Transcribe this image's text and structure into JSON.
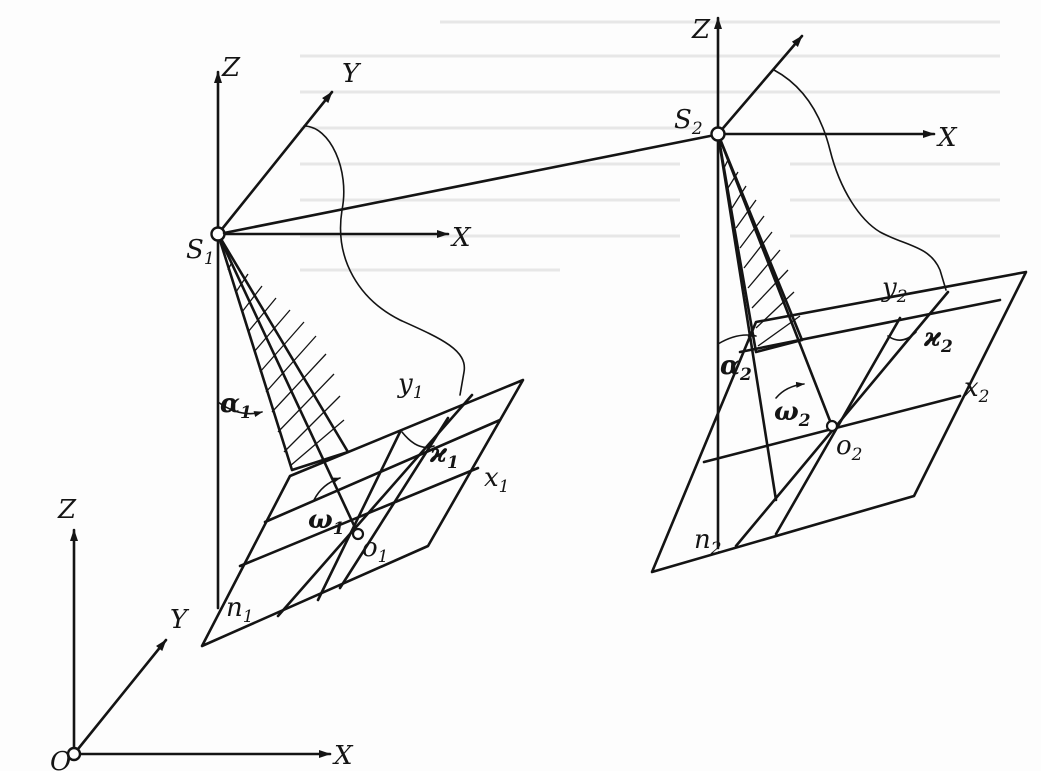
{
  "left_station": {
    "center": {
      "sym": "S",
      "idx": "1"
    },
    "axis_z": "Z",
    "axis_y": "Y",
    "axis_x": "X",
    "tilt": {
      "sym": "α",
      "idx": "1"
    },
    "swing": {
      "sym": "ω",
      "idx": "1"
    },
    "kappa": {
      "sym": "ϰ",
      "idx": "1"
    },
    "principal_point": {
      "sym": "o",
      "idx": "1"
    },
    "nadir": {
      "sym": "n",
      "idx": "1"
    },
    "photo_x": {
      "sym": "x",
      "idx": "1"
    },
    "photo_y": {
      "sym": "y",
      "idx": "1"
    }
  },
  "right_station": {
    "center": {
      "sym": "S",
      "idx": "2"
    },
    "axis_z": "Z",
    "axis_x": "X",
    "tilt": {
      "sym": "α",
      "idx": "2"
    },
    "swing": {
      "sym": "ω",
      "idx": "2"
    },
    "kappa": {
      "sym": "ϰ",
      "idx": "2"
    },
    "principal_point": {
      "sym": "o",
      "idx": "2"
    },
    "nadir": {
      "sym": "n",
      "idx": "2"
    },
    "photo_x": {
      "sym": "x",
      "idx": "2"
    },
    "photo_y": {
      "sym": "y",
      "idx": "2"
    }
  },
  "ground_system": {
    "origin": "O",
    "axis_z": "Z",
    "axis_y": "Y",
    "axis_x": "X"
  }
}
